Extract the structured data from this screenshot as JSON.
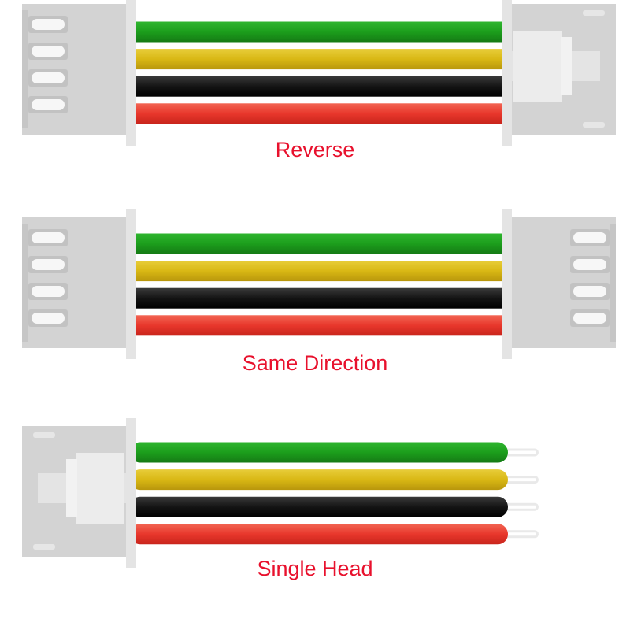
{
  "accent_color": "#e8112d",
  "wire_colors": {
    "green": "#1c9e1c",
    "yellow": "#d9b814",
    "black": "#141414",
    "red": "#e8372c"
  },
  "connector_colors": {
    "housing": "#d3d3d3",
    "face": "#e4e4e4",
    "pin": "#f7f7f7"
  },
  "diagrams": [
    {
      "caption": "Reverse",
      "left_end": "connector-pins",
      "right_end": "connector-latch",
      "wires": [
        "green",
        "yellow",
        "black",
        "red"
      ]
    },
    {
      "caption": "Same Direction",
      "left_end": "connector-pins",
      "right_end": "connector-pins",
      "wires": [
        "green",
        "yellow",
        "black",
        "red"
      ]
    },
    {
      "caption": "Single Head",
      "left_end": "connector-latch",
      "right_end": "stripped-wire-ends",
      "wires": [
        "green",
        "yellow",
        "black",
        "red"
      ]
    }
  ]
}
